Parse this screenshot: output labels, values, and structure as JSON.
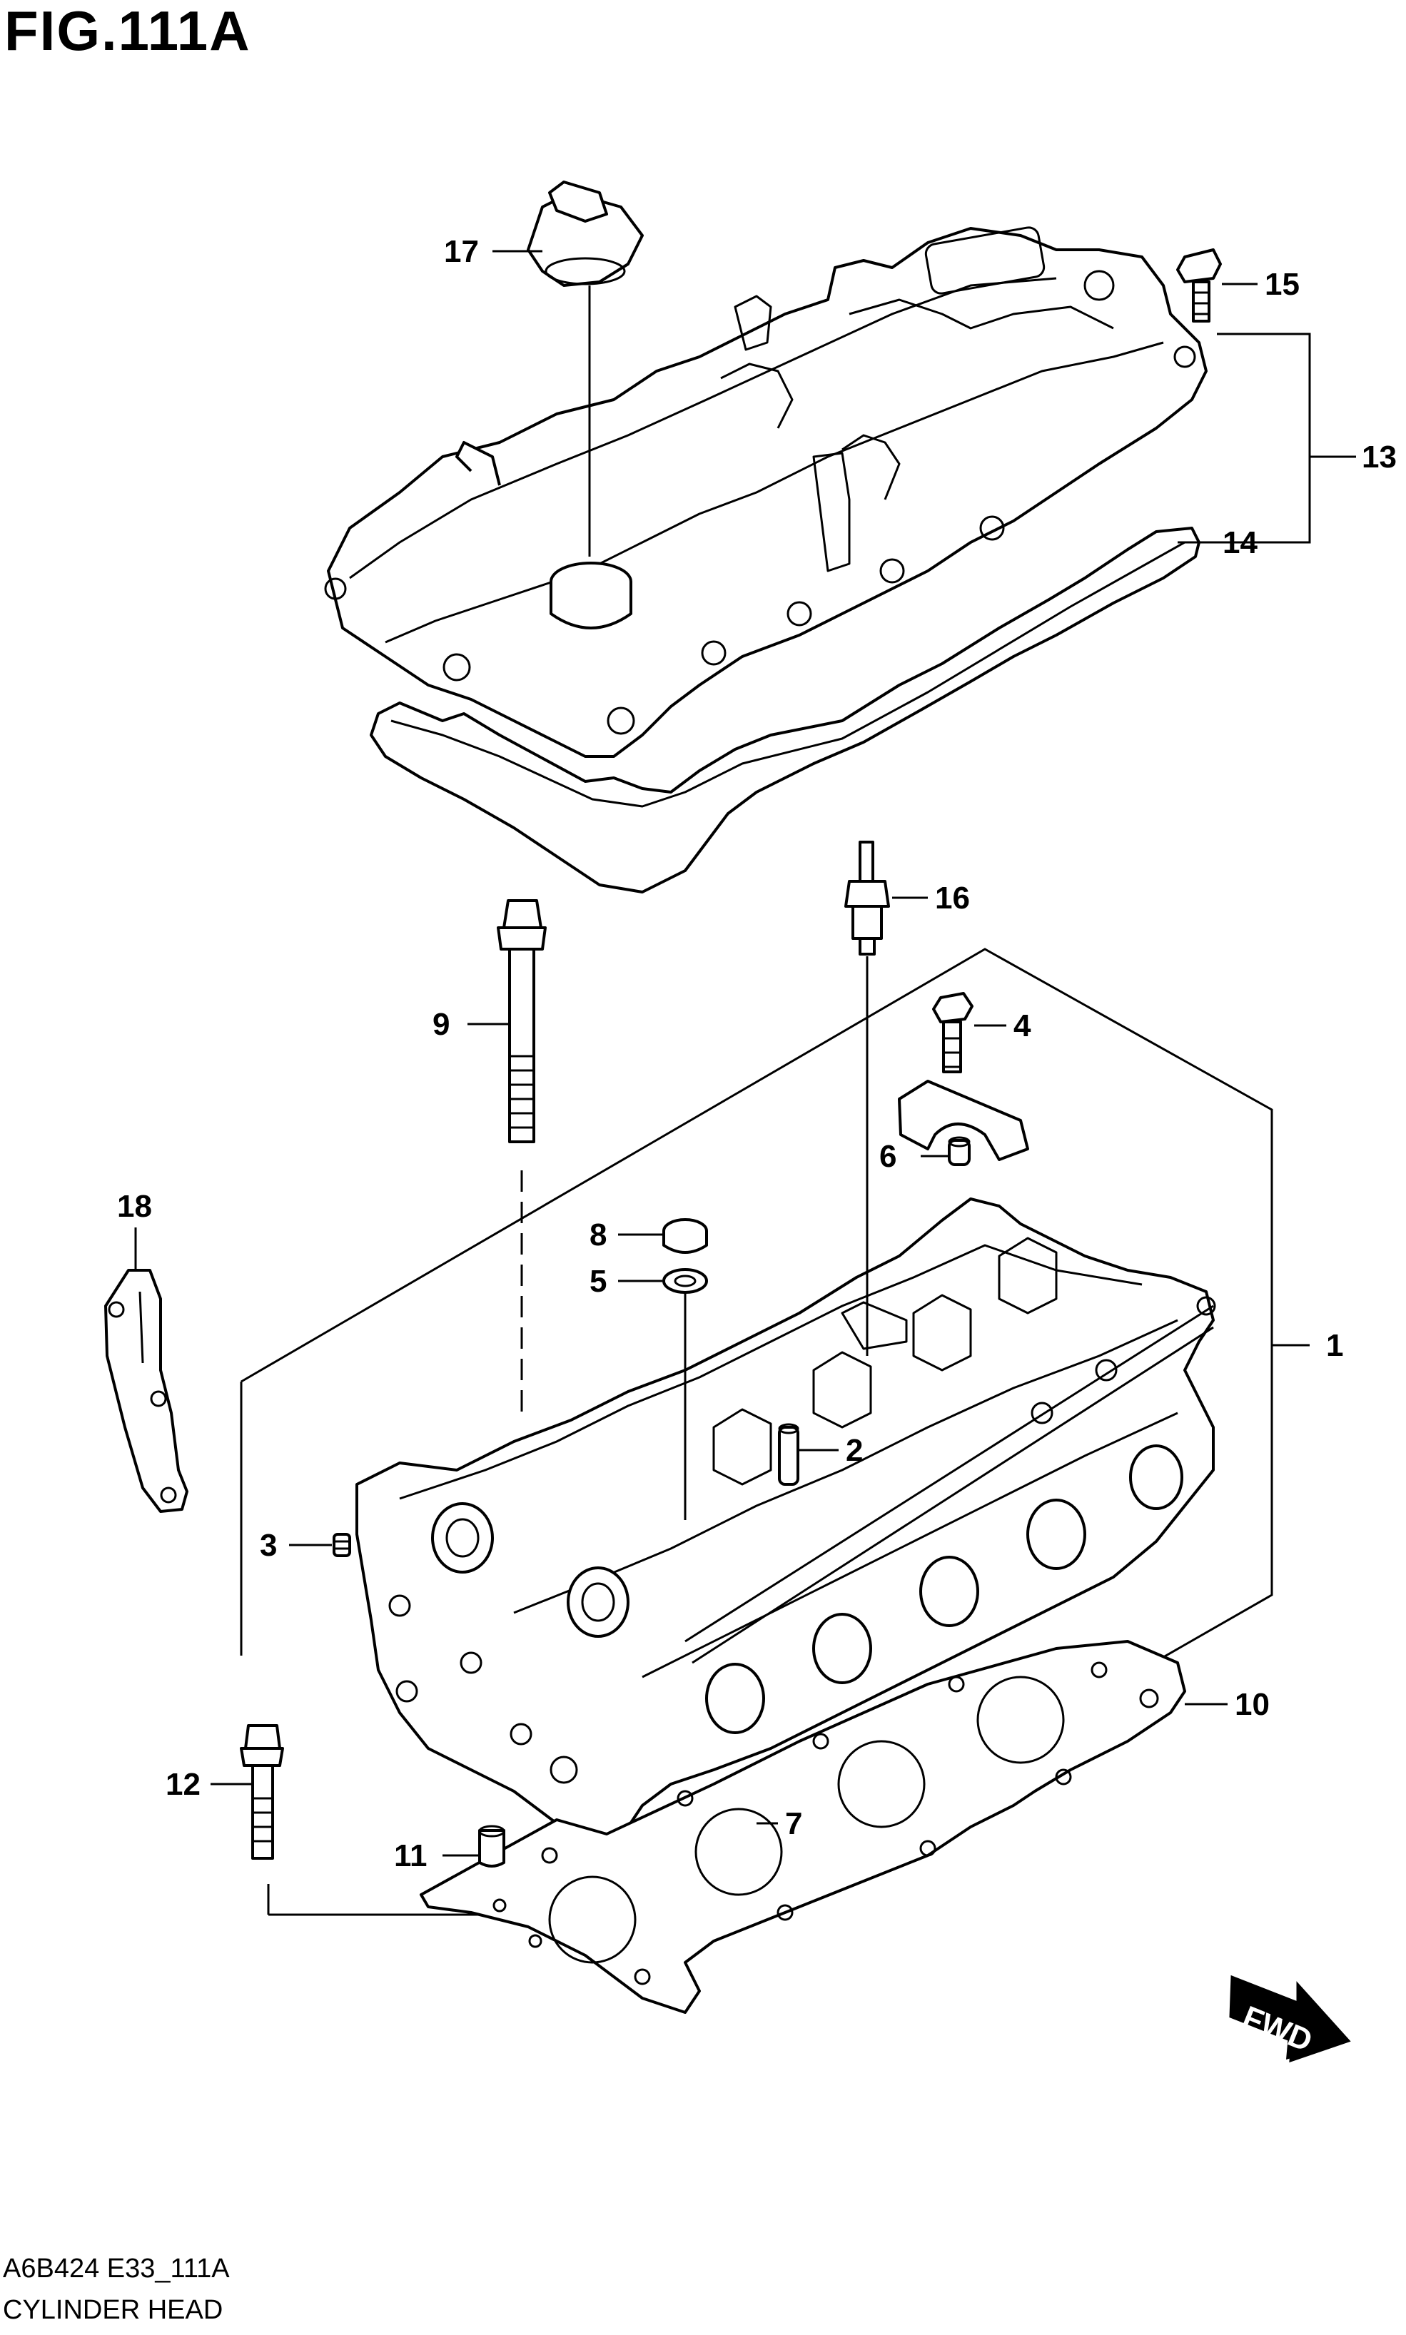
{
  "figure": {
    "title": "FIG.111A",
    "code": "A6B424 E33_111A",
    "name": "CYLINDER HEAD"
  },
  "callouts": [
    "1",
    "2",
    "3",
    "4",
    "5",
    "6",
    "7",
    "8",
    "9",
    "10",
    "11",
    "12",
    "13",
    "14",
    "15",
    "16",
    "17",
    "18"
  ],
  "direction_badge": "FWD"
}
